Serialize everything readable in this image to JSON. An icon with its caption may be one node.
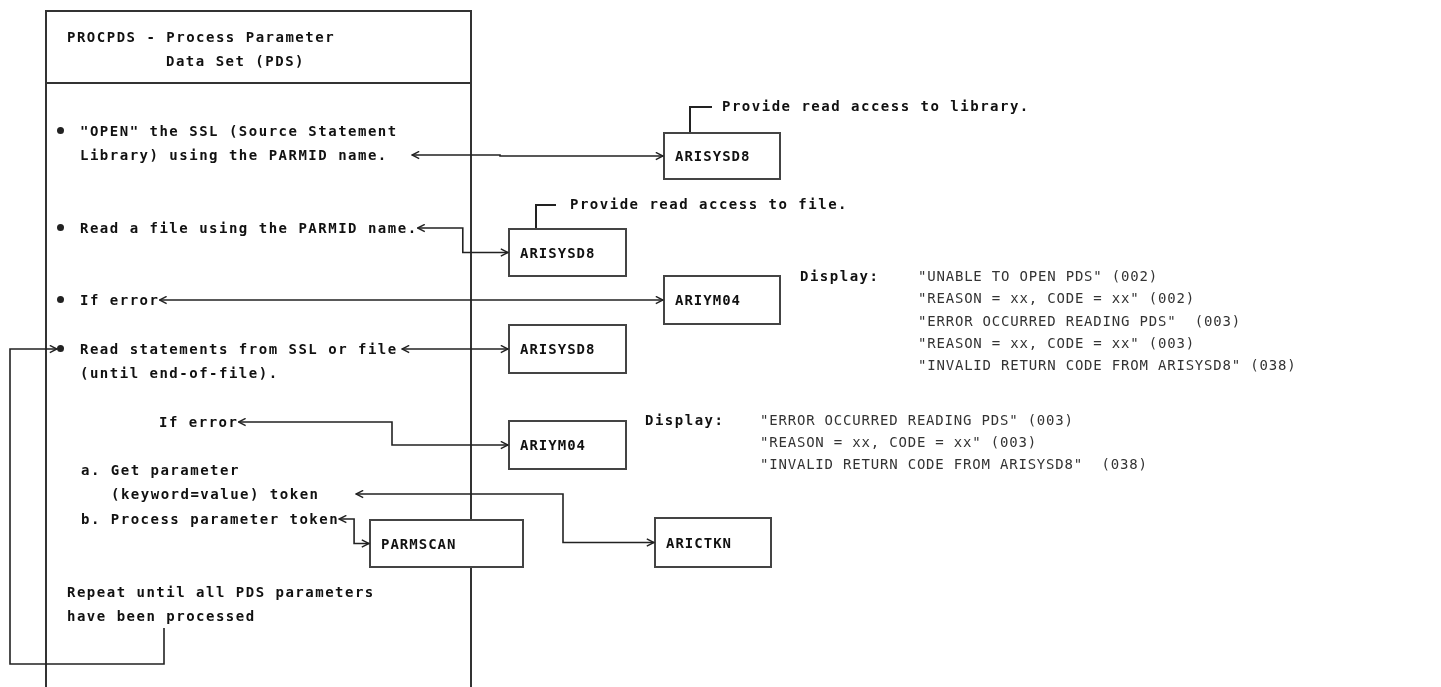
{
  "diagram": {
    "nodes": [
      {
        "text": [
          "PROCPDS - Process Parameter Data Set (PDS)"
        ]
      },
      {
        "text": [
          "\"OPEN\" the SSL (Source Statement Library) using the PARMID name."
        ],
        "in": 0
      },
      {
        "text": [
          "Read a file using the PARMID name."
        ],
        "in": 0
      },
      {
        "text": [
          "If error"
        ],
        "in": 0
      },
      {
        "text": [
          "Read statements from SSL or file (until end-of-file)."
        ],
        "in": 0
      },
      {
        "text": [
          "If error"
        ],
        "in": 0
      },
      {
        "text": [
          "a. Get parameter (keyword=value) token"
        ],
        "in": 0
      },
      {
        "text": [
          "b. Process parameter token"
        ],
        "in": 0
      },
      {
        "text": [
          "Repeat until all PDS parameters have been processed"
        ],
        "in": 0
      },
      {
        "text": [
          "ARISYSD8"
        ],
        "beside": [
          "Provide read access to library."
        ]
      },
      {
        "text": [
          "ARISYSD8"
        ],
        "beside": [
          "Provide read access to file."
        ]
      },
      {
        "text": [
          "ARIYM04"
        ],
        "beside": [
          "Display:",
          "\"UNABLE TO OPEN PDS\" (002)",
          "\"REASON = xx, CODE = xx\" (002)",
          "\"ERROR OCCURRED READING PDS\"  (003)",
          "\"REASON = xx, CODE = xx\" (003)",
          "\"INVALID RETURN CODE FROM ARISYSD8\" (038)"
        ]
      },
      {
        "text": [
          "ARISYSD8"
        ]
      },
      {
        "text": [
          "ARIYM04"
        ],
        "beside": [
          "Display:",
          "\"ERROR OCCURRED READING PDS\" (003)",
          "\"REASON = xx, CODE = xx\" (003)",
          "\"INVALID RETURN CODE FROM ARISYSD8\"  (038)"
        ]
      },
      {
        "text": [
          "PARMSCAN"
        ]
      },
      {
        "text": [
          "ARICTKN"
        ]
      }
    ],
    "edges": [
      {
        "from": 1,
        "to": 9,
        "arrow": "both"
      },
      {
        "from": 2,
        "to": 10,
        "arrow": "both"
      },
      {
        "from": 3,
        "to": 11,
        "arrow": "both"
      },
      {
        "from": 4,
        "to": 12,
        "arrow": "both"
      },
      {
        "from": 5,
        "to": 13,
        "arrow": "both"
      },
      {
        "from": 6,
        "to": 15,
        "arrow": "both"
      },
      {
        "from": 7,
        "to": 14,
        "arrow": "both"
      },
      {
        "from": 8,
        "to": 4,
        "arrow": "to"
      }
    ]
  }
}
